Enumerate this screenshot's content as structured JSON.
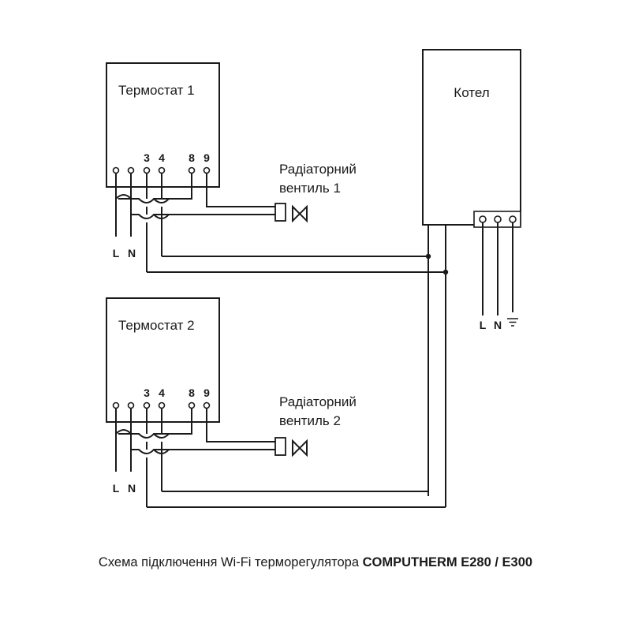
{
  "thermostat1": {
    "title": "Термостат 1",
    "terminals": [
      "3",
      "4",
      "8",
      "9"
    ],
    "line_labels": [
      "L",
      "N"
    ]
  },
  "thermostat2": {
    "title": "Термостат 2",
    "terminals": [
      "3",
      "4",
      "8",
      "9"
    ],
    "line_labels": [
      "L",
      "N"
    ]
  },
  "valve1": {
    "line1": "Радіаторний",
    "line2": "вентиль 1"
  },
  "valve2": {
    "line1": "Радіаторний",
    "line2": "вентиль 2"
  },
  "boiler": {
    "title": "Котел",
    "line_labels": [
      "L",
      "N"
    ],
    "ground_icon": "ground-icon"
  },
  "caption": {
    "text": "Схема підключення Wi-Fi терморегулятора ",
    "brand": "COMPUTHERM E280 / E300"
  }
}
